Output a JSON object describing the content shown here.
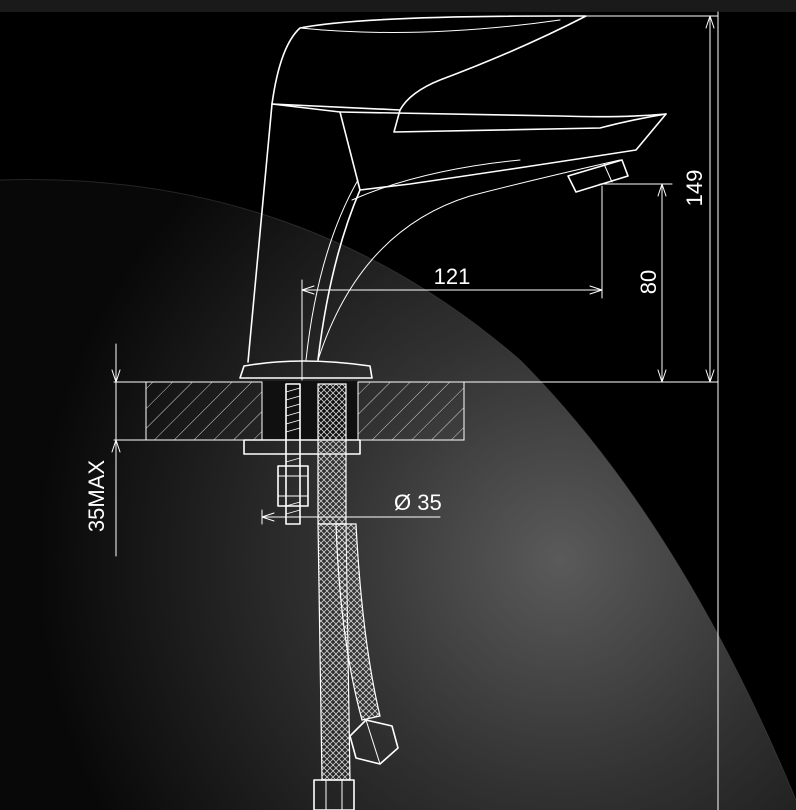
{
  "dimensions": {
    "height_total": "149",
    "spout_height": "80",
    "spout_reach": "121",
    "hole_diameter": "Ø 35",
    "deck_thickness": "35MAX"
  },
  "colors": {
    "background": "#000000",
    "line": "#ffffff"
  }
}
